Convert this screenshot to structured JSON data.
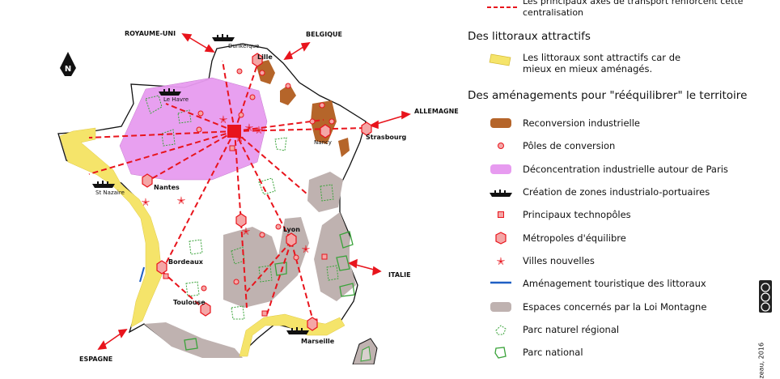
{
  "map": {
    "countries": {
      "uk": "ROYAUME-UNI",
      "belgium": "BELGIQUE",
      "germany": "ALLEMAGNE",
      "italy": "ITALIE",
      "spain": "ESPAGNE"
    },
    "ports": {
      "dunkerque": "Dunkerque",
      "le_havre": "Le Havre",
      "st_nazaire": "St Nazaire"
    },
    "cities": {
      "lille": "Lille",
      "nantes": "Nantes",
      "nancy": "Nancy",
      "strasbourg": "Strasbourg",
      "lyon": "Lyon",
      "bordeaux": "Bordeaux",
      "toulouse": "Toulouse",
      "marseille": "Marseille"
    },
    "north_letter": "N"
  },
  "legend": {
    "top_item": "Les principaux axes de transport renforcent cette centralisation",
    "heading_littoraux": "Des littoraux attractifs",
    "littoraux_item": "Les littoraux sont attractifs car de mieux en mieux aménagés.",
    "heading_amenagements": "Des aménagements pour \"rééquilibrer\" le territoire",
    "items": [
      "Reconversion industrielle",
      "Pôles de conversion",
      "Déconcentration industrielle autour de Paris",
      "Création de  zones industrialo-portuaires",
      "Principaux technopôles",
      "Métropoles d'équilibre",
      "Villes nouvelles",
      "Aménagement touristique des littoraux",
      "Espaces concernés par la Loi Montagne",
      "Parc naturel régional",
      "Parc national"
    ]
  },
  "credit": "zeau, 2016",
  "colors": {
    "axes": "#e8141c",
    "littoral": "#f5e46a",
    "reconversion": "#b5652a",
    "deconcentration": "#e79bf0",
    "montagne": "#bfb2b0",
    "parc": "#3aa33a",
    "touristique": "#1f5fc4",
    "pole": "#f4a6a6"
  }
}
